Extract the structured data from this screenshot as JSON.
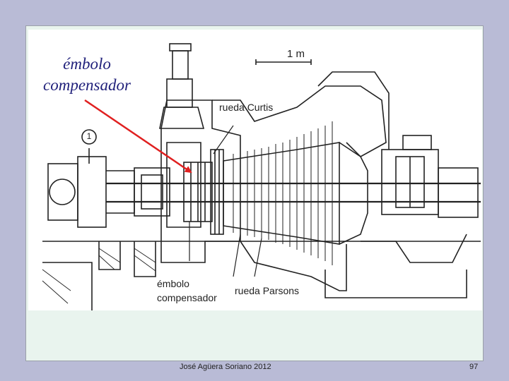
{
  "annotation": {
    "line1": "émbolo",
    "line2": "compensador",
    "color": "#1f1f7a",
    "arrow_color": "#e02020"
  },
  "diagram": {
    "scale_label": "1 m",
    "circle_marker": "1",
    "label_curtis": "rueda Curtis",
    "label_embolo_1": "émbolo",
    "label_embolo_2": "compensador",
    "label_parsons": "rueda Parsons"
  },
  "footer": {
    "author": "José Agüera Soriano 2012",
    "page": "97"
  }
}
